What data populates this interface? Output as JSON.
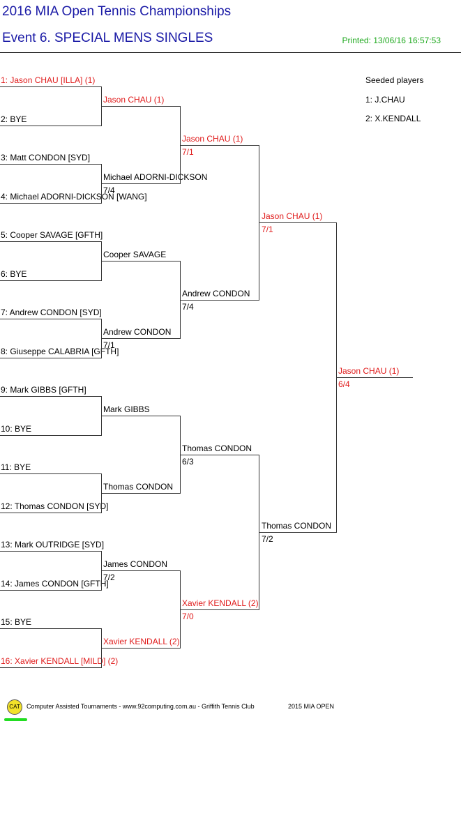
{
  "header": {
    "tournament": "2016 MIA Open Tennis Championships",
    "event": "Event 6. SPECIAL MENS SINGLES",
    "printed": "Printed: 13/06/16 16:57:53"
  },
  "seeds": {
    "title": "Seeded players",
    "items": [
      "1: J.CHAU",
      "2: X.KENDALL"
    ]
  },
  "round1": [
    "1: Jason CHAU [ILLA] (1)",
    "2: BYE",
    "3: Matt CONDON [SYD]",
    "4: Michael ADORNI-DICKSON [WANG]",
    "5: Cooper SAVAGE [GFTH]",
    "6: BYE",
    "7: Andrew CONDON [SYD]",
    "8: Giuseppe CALABRIA [GFTH]",
    "9: Mark GIBBS [GFTH]",
    "10: BYE",
    "11: BYE",
    "12: Thomas CONDON [SYD]",
    "13: Mark OUTRIDGE [SYD]",
    "14: James CONDON [GFTH]",
    "15: BYE",
    "16: Xavier KENDALL [MILD] (2)"
  ],
  "round2": [
    {
      "name": "Jason CHAU (1)",
      "score": ""
    },
    {
      "name": "Michael ADORNI-DICKSON",
      "score": "7/4"
    },
    {
      "name": "Cooper SAVAGE",
      "score": ""
    },
    {
      "name": "Andrew CONDON",
      "score": "7/1"
    },
    {
      "name": "Mark GIBBS",
      "score": ""
    },
    {
      "name": "Thomas CONDON",
      "score": ""
    },
    {
      "name": "James CONDON",
      "score": "7/2"
    },
    {
      "name": "Xavier KENDALL (2)",
      "score": ""
    }
  ],
  "round3": [
    {
      "name": "Jason CHAU (1)",
      "score": "7/1"
    },
    {
      "name": "Andrew CONDON",
      "score": "7/4"
    },
    {
      "name": "Thomas CONDON",
      "score": "6/3"
    },
    {
      "name": "Xavier KENDALL (2)",
      "score": "7/0"
    }
  ],
  "semis": [
    {
      "name": "Jason CHAU (1)",
      "score": "7/1"
    },
    {
      "name": "Thomas CONDON",
      "score": "7/2"
    }
  ],
  "final": {
    "name": "Jason CHAU (1)",
    "score": "6/4"
  },
  "footer": {
    "logo": "CAT",
    "text1": "Computer Assisted Tournaments - www.92computing.com.au -  Griffith Tennis Club",
    "text2": "2015 MIA OPEN"
  },
  "colors": {
    "title": "#1a1aa6",
    "seeded": "#e01b1b",
    "printed": "#22aa22"
  }
}
